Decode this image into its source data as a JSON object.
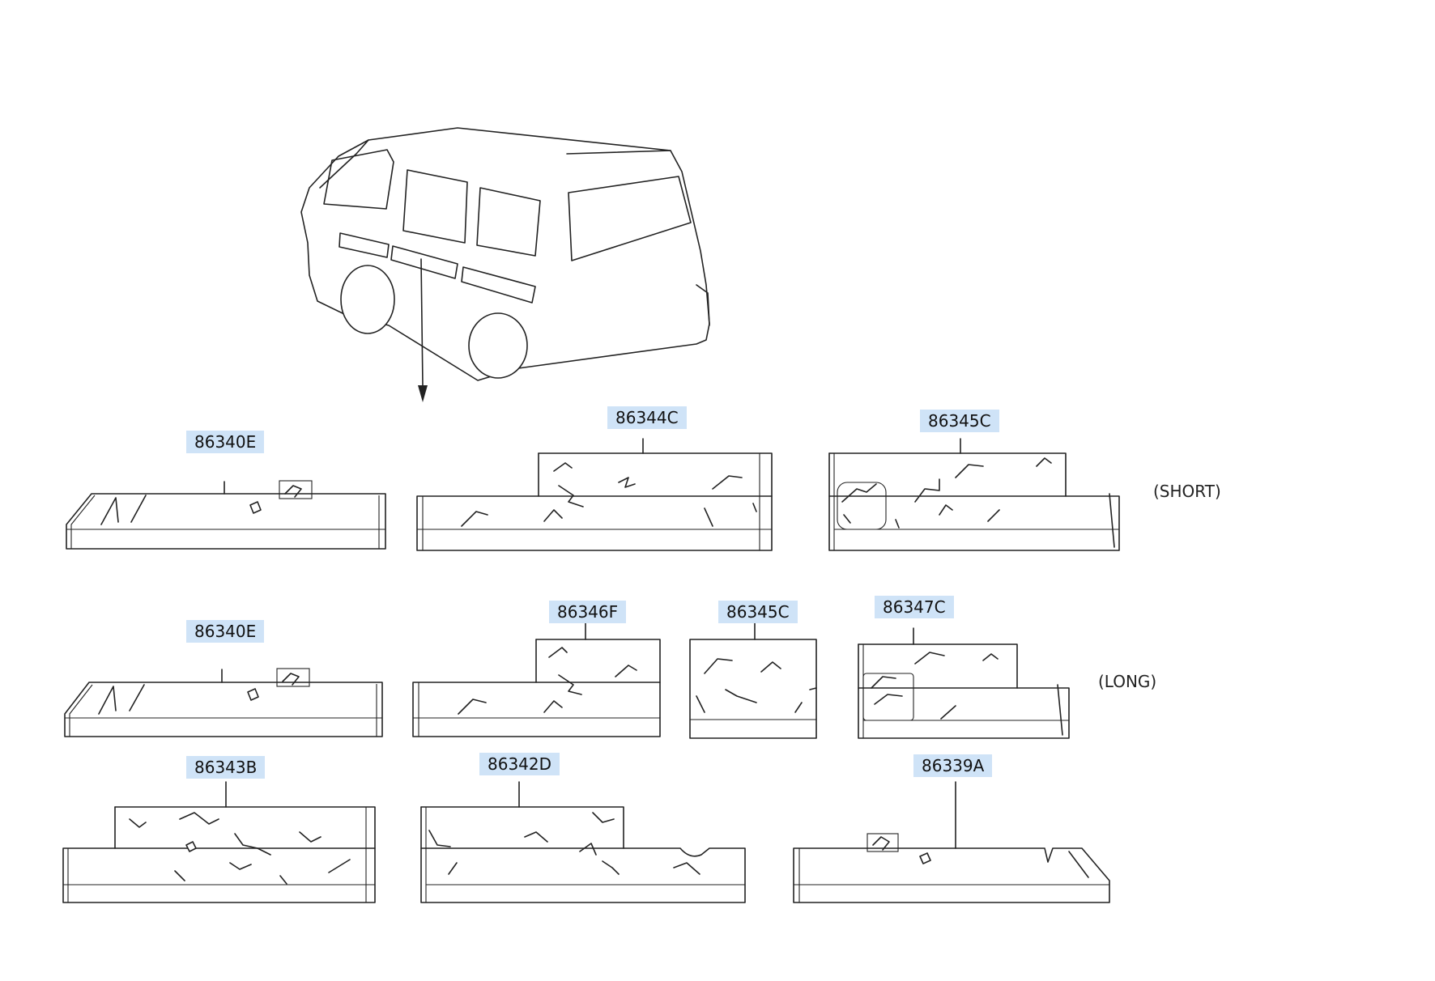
{
  "diagram": {
    "variants": {
      "short": "(SHORT)",
      "long": "(LONG)"
    },
    "parts": {
      "short_front": "86340E",
      "short_middle": "86344C",
      "short_rear": "86345C",
      "long_front": "86340E",
      "long_middle": "86346F",
      "long_middle_rear": "86345C",
      "long_rear": "86347C",
      "other_left": "86343B",
      "other_center": "86342D",
      "other_right": "86339A"
    }
  }
}
